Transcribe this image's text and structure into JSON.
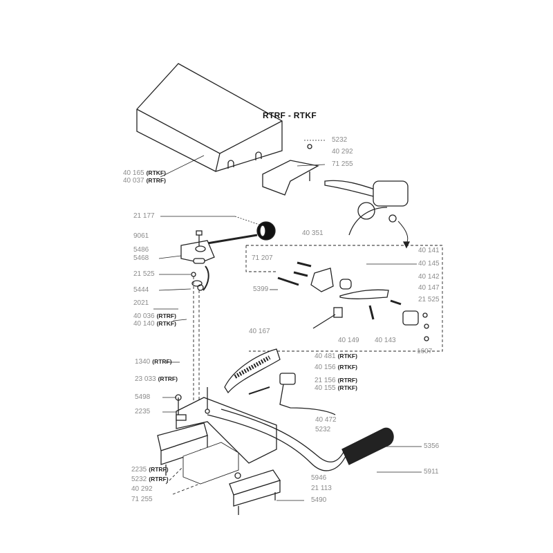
{
  "title": "RTRF - RTKF",
  "labels": {
    "l1": {
      "num": "5232"
    },
    "l2": {
      "num": "40 292"
    },
    "l3": {
      "num": "71 255"
    },
    "l4": {
      "num": "40 165",
      "suffix": "(RTKF)"
    },
    "l5": {
      "num": "40 037",
      "suffix": "(RTRF)"
    },
    "l6": {
      "num": "21 177"
    },
    "l7": {
      "num": "9061"
    },
    "l8": {
      "num": "5486"
    },
    "l9": {
      "num": "5468"
    },
    "l10": {
      "num": "21 525"
    },
    "l11": {
      "num": "5444"
    },
    "l12": {
      "num": "2021"
    },
    "l13": {
      "num": "40 036",
      "suffix": "(RTRF)"
    },
    "l14": {
      "num": "40 140",
      "suffix": "(RTKF)"
    },
    "l15": {
      "num": "40 351"
    },
    "l16": {
      "num": "40 141"
    },
    "l17": {
      "num": "40 145"
    },
    "l18": {
      "num": "40 142"
    },
    "l19": {
      "num": "40 147"
    },
    "l20": {
      "num": "21 525"
    },
    "l21": {
      "num": "71 207"
    },
    "l22": {
      "num": "5399"
    },
    "l23": {
      "num": "40 167"
    },
    "l24": {
      "num": "40 149"
    },
    "l25": {
      "num": "40 143"
    },
    "l26": {
      "num": "1607"
    },
    "l27": {
      "num": "40 481",
      "suffix": "(RTKF)"
    },
    "l28": {
      "num": "40 156",
      "suffix": "(RTKF)"
    },
    "l29": {
      "num": "21 156",
      "suffix": "(RTRF)"
    },
    "l30": {
      "num": "40 155",
      "suffix": "(RTKF)"
    },
    "l31": {
      "num": "40 472"
    },
    "l32": {
      "num": "5232"
    },
    "l33": {
      "num": "5356"
    },
    "l34": {
      "num": "5911"
    },
    "l35": {
      "num": "5946"
    },
    "l36": {
      "num": "21 113"
    },
    "l37": {
      "num": "5490"
    },
    "l38": {
      "num": "1340",
      "suffix": "(RTRF)"
    },
    "l39": {
      "num": "23 033",
      "suffix": "(RTRF)"
    },
    "l40": {
      "num": "5498"
    },
    "l41": {
      "num": "2235"
    },
    "l42": {
      "num": "2235",
      "suffix": "(RTRF)"
    },
    "l43": {
      "num": "5232",
      "suffix": "(RTRF)"
    },
    "l44": {
      "num": "40 292"
    },
    "l45": {
      "num": "71 255"
    }
  }
}
